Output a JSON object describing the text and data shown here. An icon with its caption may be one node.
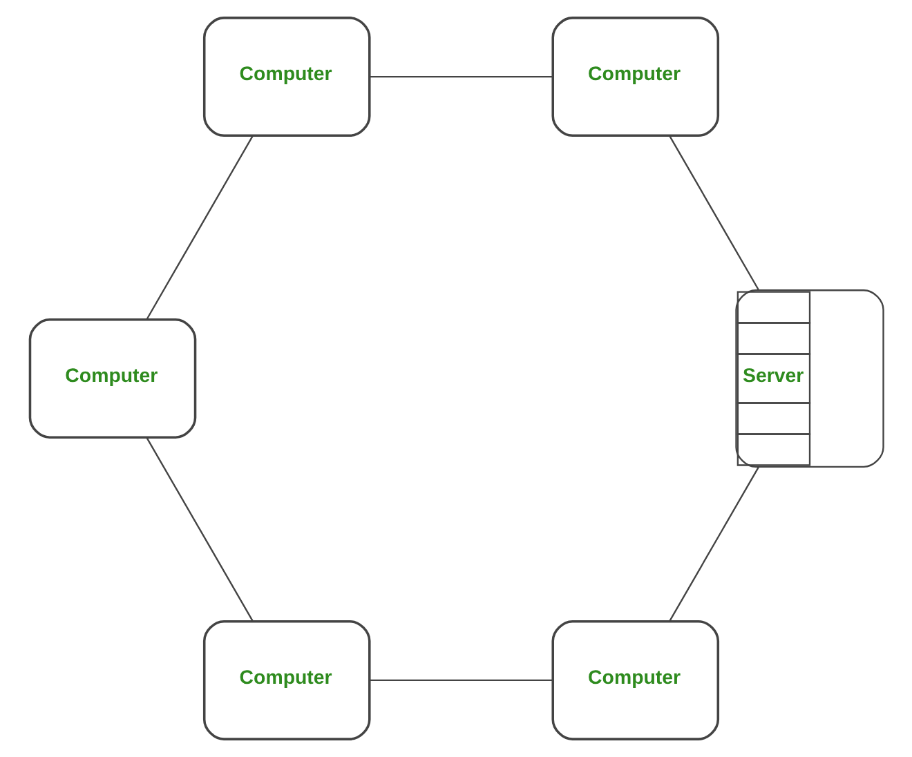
{
  "diagram": {
    "nodes": [
      {
        "text": [
          "Computer"
        ]
      },
      {
        "text": [
          "Computer"
        ]
      },
      {
        "text": [
          "Server"
        ]
      },
      {
        "text": [
          "Computer"
        ]
      },
      {
        "text": [
          "Computer"
        ]
      },
      {
        "text": [
          "Computer"
        ]
      }
    ],
    "edges": [
      {
        "from": 0,
        "to": 1,
        "arrow": "none"
      },
      {
        "from": 0,
        "to": 2,
        "arrow": "none"
      },
      {
        "from": 1,
        "to": 3,
        "arrow": "none"
      },
      {
        "from": 2,
        "to": 4,
        "arrow": "none"
      },
      {
        "from": 3,
        "to": 5,
        "arrow": "none"
      },
      {
        "from": 4,
        "to": 5,
        "arrow": "none"
      }
    ]
  }
}
